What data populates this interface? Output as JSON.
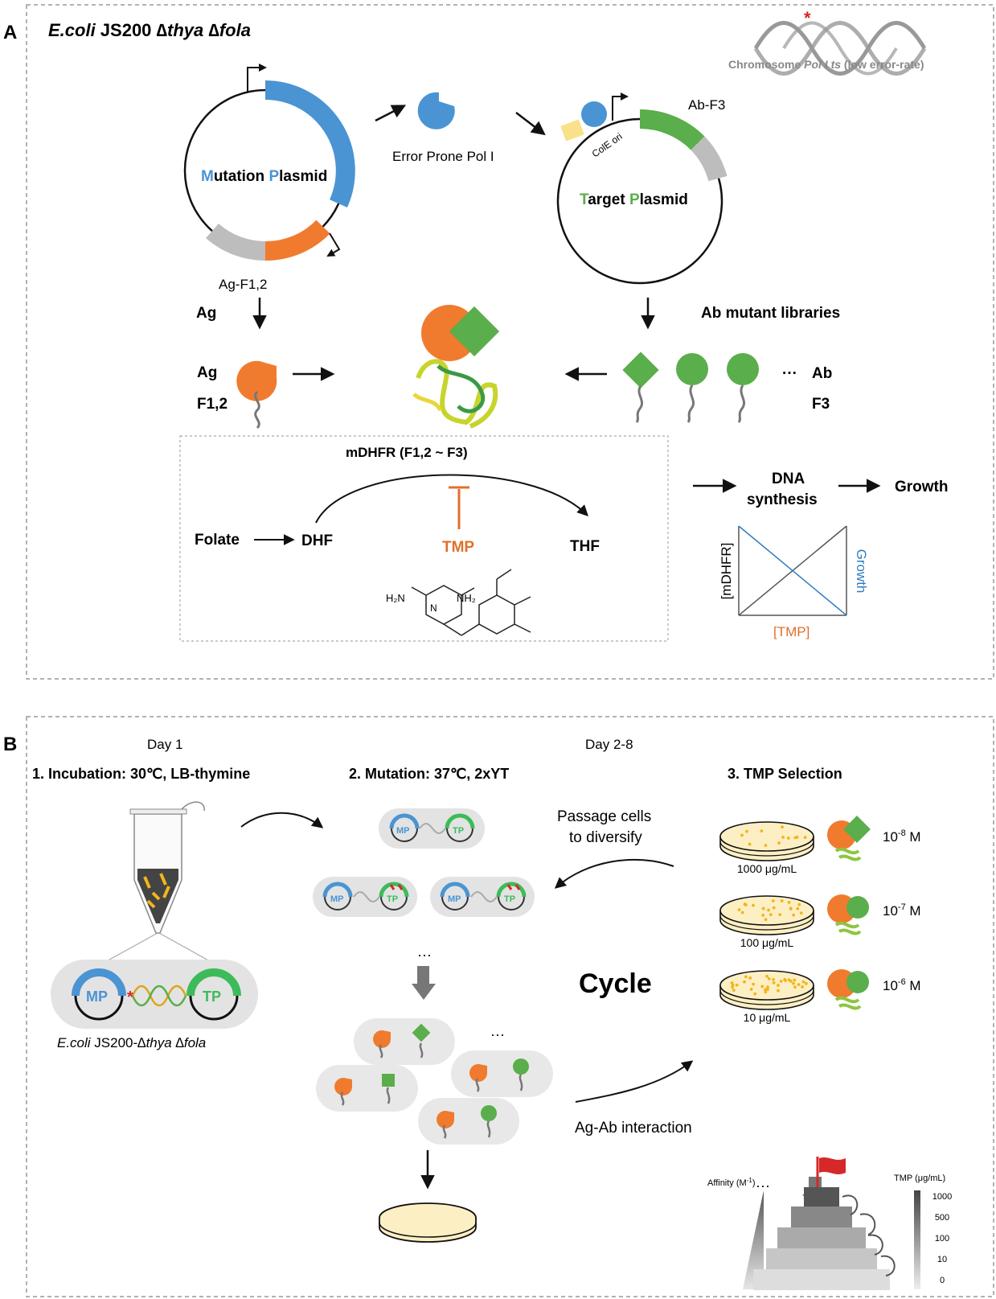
{
  "panel_a": {
    "letter": "A",
    "strain_title": {
      "p1": "E.coli",
      "p2": " JS200 ",
      "p3": "∆thya",
      "p4": " ",
      "p5": "∆fola"
    },
    "chromosome_label": {
      "p1": "Chromosome ",
      "p2": "Pol I ts",
      "p3": " (low error-rate)"
    },
    "mutation_plasmid": {
      "m": "M",
      "rest1": "utation ",
      "p": "P",
      "rest2": "lasmid"
    },
    "ag_gene_label": "Ag-F1,2",
    "error_prone_label": "Error Prone Pol I",
    "target_plasmid": {
      "t": "T",
      "rest1": "arget ",
      "p": "P",
      "rest2": "lasmid"
    },
    "ab_gene_label": "Ab-F3",
    "ori_label": "ColE ori",
    "ag_arrow_label": "Ag",
    "ab_libraries_label": "Ab mutant libraries",
    "ag_frag_top": "Ag",
    "ag_frag_bottom": "F1,2",
    "ellipsis": "···",
    "ab_frag_top": "Ab",
    "ab_frag_bottom": "F3",
    "mdhfr_title": "mDHFR (F1,2 ~ F3)",
    "folate": "Folate",
    "dhf": "DHF",
    "tmp": "TMP",
    "thf": "THF",
    "h2n_label": "H₂N",
    "nh2_label": "NH₂",
    "n_label": "N",
    "dna_synthesis_1": "DNA",
    "dna_synthesis_2": "synthesis",
    "growth_label": "Growth",
    "graph_y_left": "[mDHFR]",
    "graph_y_right": "Growth",
    "graph_x": "[TMP]"
  },
  "panel_b": {
    "letter": "B",
    "day1": "Day 1",
    "day2_8": "Day 2-8",
    "step1": "1. Incubation: 30℃, LB-thymine",
    "step2": "2. Mutation: 37℃, 2xYT",
    "step3": "3. TMP Selection",
    "mp": "MP",
    "tp": "TP",
    "strain": {
      "p1": "E.coli",
      "p2": " JS200-",
      "p3": "∆thya",
      "p4": " ",
      "p5": "∆fola"
    },
    "passage_1": "Passage cells",
    "passage_2": "to diversify",
    "cycle": "Cycle",
    "ellipsis": "···",
    "ag_ab_interaction": "Ag-Ab interaction",
    "plates": [
      {
        "conc": "1000 μg/mL",
        "kd_base": "10",
        "kd_exp": "-8",
        "kd_unit": " M"
      },
      {
        "conc": "100 μg/mL",
        "kd_base": "10",
        "kd_exp": "-7",
        "kd_unit": " M"
      },
      {
        "conc": "10 μg/mL",
        "kd_base": "10",
        "kd_exp": "-6",
        "kd_unit": " M"
      }
    ],
    "affinity_label": {
      "base": "Affinity (M",
      "exp": "-1",
      "end": ")"
    },
    "tmp_scale_label": "TMP (μg/mL)",
    "tmp_scale_ticks": [
      "1000",
      "500",
      "100",
      "10",
      "0"
    ]
  },
  "colors": {
    "blue": "#4a94d3",
    "orange": "#f07b2e",
    "green": "#5aae4b",
    "gray": "#bdbdbd",
    "tmp_orange": "#e0702a",
    "plate_fill": "#fdefc4",
    "colony": "#f2b51c",
    "flag_red": "#d62828"
  }
}
